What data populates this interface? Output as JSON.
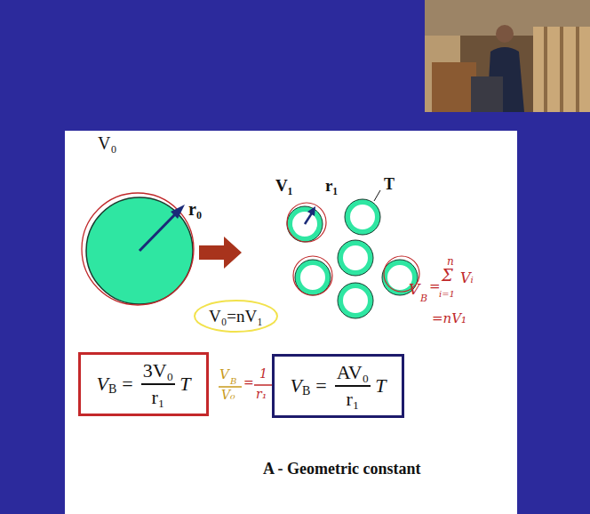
{
  "diagram": {
    "nodes": [
      {
        "text": [
          "V₀=nV₁"
        ]
      },
      {
        "text": [
          "V",
          "B",
          "=",
          "3V₀",
          "r₁",
          "T"
        ]
      },
      {
        "text": [
          "V",
          "B",
          "=",
          "AV₀",
          "r₁",
          "T"
        ]
      }
    ],
    "labels": [
      "V₀",
      "r₀",
      "V₁",
      "r₁",
      "T",
      "A - Geometric constant",
      "V",
      "B",
      "=",
      "n",
      "Σ",
      "i=1",
      "Vᵢ",
      "=nV₁",
      "V",
      "B",
      "V₀",
      "=",
      "1",
      "r₁"
    ]
  }
}
